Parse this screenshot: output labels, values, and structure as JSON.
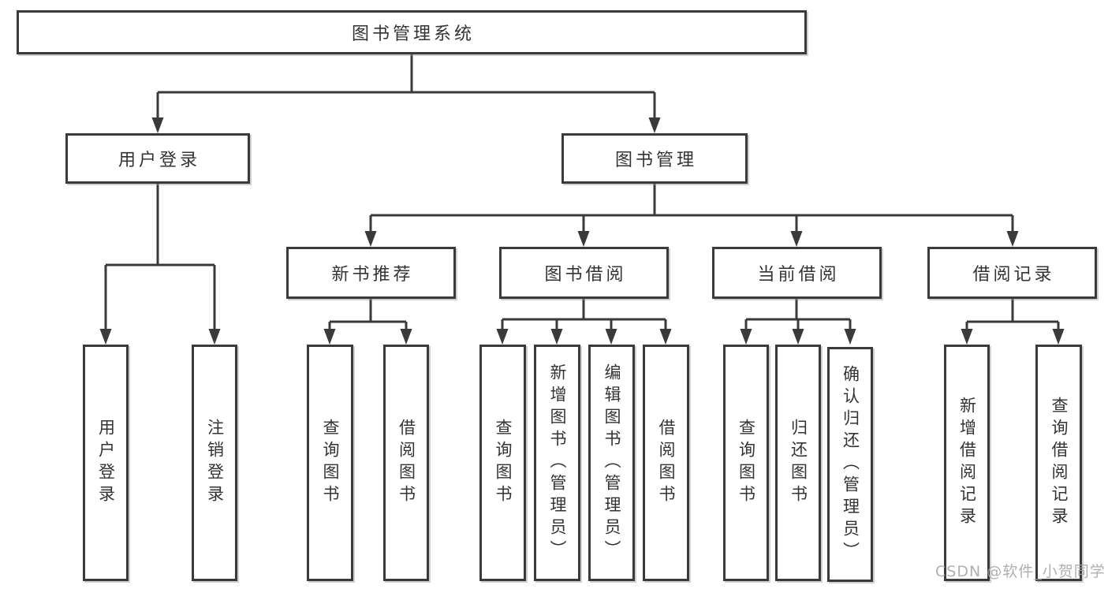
{
  "watermark": "CSDN @软件_小贺同学",
  "colors": {
    "line": "#3a3a3a",
    "box_border": "#3a3a3a",
    "text": "#333333",
    "background": "#ffffff",
    "watermark": "#a2a2a2"
  },
  "tree": {
    "label": "图书管理系统",
    "children": [
      {
        "label": "用户登录",
        "children": [
          {
            "label": "用户登录"
          },
          {
            "label": "注销登录"
          }
        ]
      },
      {
        "label": "图书管理",
        "children": [
          {
            "label": "新书推荐",
            "children": [
              {
                "label": "查询图书"
              },
              {
                "label": "借阅图书"
              }
            ]
          },
          {
            "label": "图书借阅",
            "children": [
              {
                "label": "查询图书"
              },
              {
                "label": "新增图书（管理员）"
              },
              {
                "label": "编辑图书（管理员）"
              },
              {
                "label": "借阅图书"
              }
            ]
          },
          {
            "label": "当前借阅",
            "children": [
              {
                "label": "查询图书"
              },
              {
                "label": "归还图书"
              },
              {
                "label": "确认归还（管理员）"
              }
            ]
          },
          {
            "label": "借阅记录",
            "children": [
              {
                "label": "新增借阅记录"
              },
              {
                "label": "查询借阅记录"
              }
            ]
          }
        ]
      }
    ]
  }
}
